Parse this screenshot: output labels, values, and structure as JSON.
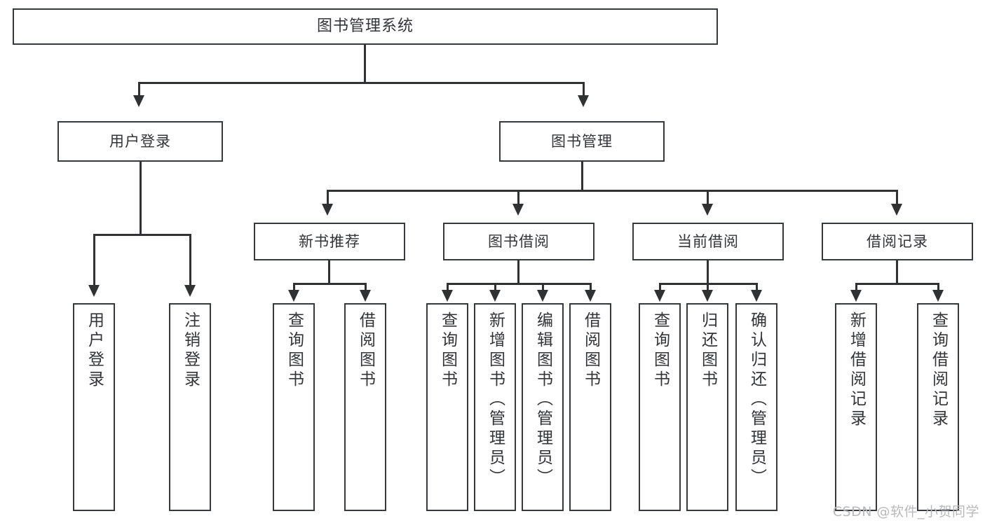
{
  "diagram": {
    "title": "图书管理系统",
    "watermark": "CSDN @软件_小贺同学",
    "type": "tree-hierarchy-chart",
    "colors": {
      "box_border": "#36393d",
      "connector": "#2f3133",
      "background": "#ffffff",
      "text": "#333437",
      "watermark": "#b9b9b9"
    },
    "root": {
      "label": "图书管理系统"
    },
    "level1": [
      {
        "label": "用户登录"
      },
      {
        "label": "图书管理"
      }
    ],
    "level2": [
      {
        "label": "新书推荐"
      },
      {
        "label": "图书借阅"
      },
      {
        "label": "当前借阅"
      },
      {
        "label": "借阅记录"
      }
    ],
    "leaves": {
      "user_login": [
        {
          "label": "用户登录"
        },
        {
          "label": "注销登录"
        }
      ],
      "new_book_recommend": [
        {
          "label": "查询图书"
        },
        {
          "label": "借阅图书"
        }
      ],
      "book_borrow": [
        {
          "label": "查询图书"
        },
        {
          "label": "新增图书（管理员）"
        },
        {
          "label": "编辑图书（管理员）"
        },
        {
          "label": "借阅图书"
        }
      ],
      "current_borrow": [
        {
          "label": "查询图书"
        },
        {
          "label": "归还图书"
        },
        {
          "label": "确认归还（管理员）"
        }
      ],
      "borrow_record": [
        {
          "label": "新增借阅记录"
        },
        {
          "label": "查询借阅记录"
        }
      ]
    }
  }
}
